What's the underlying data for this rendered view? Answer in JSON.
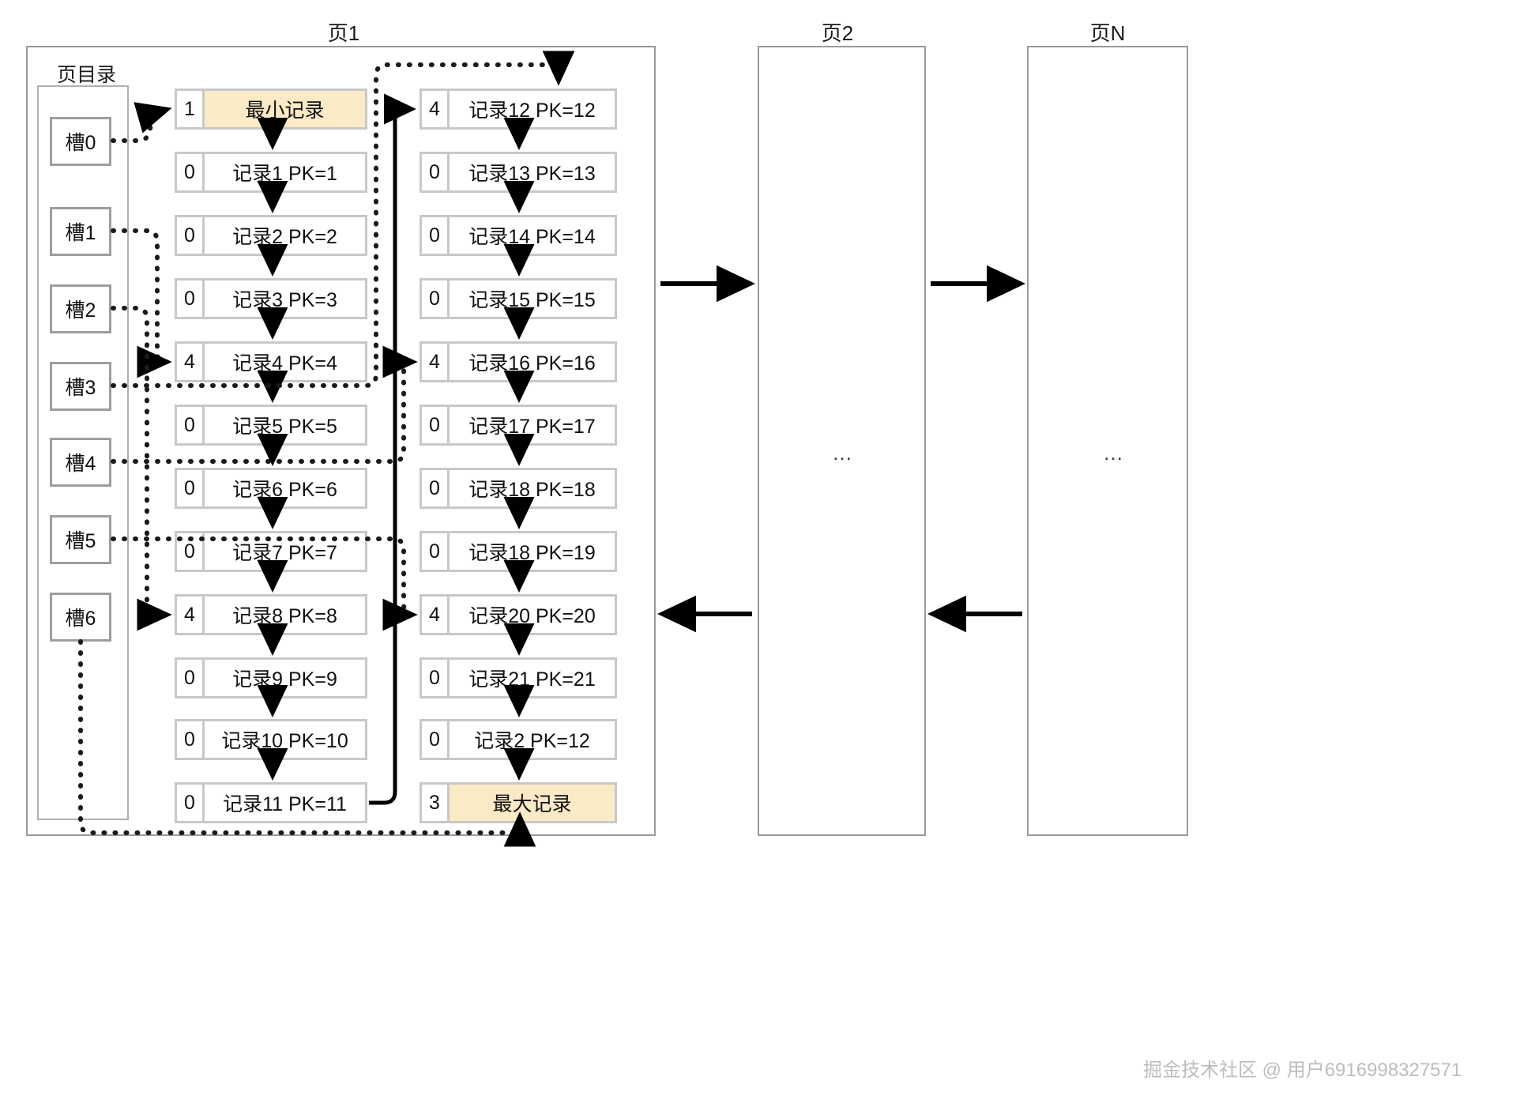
{
  "diagram": {
    "title_left": "页1",
    "title_mid": "页2",
    "title_right": "页N",
    "directory_label": "页目录",
    "ellipsis": "…",
    "watermark": "掘金技术社区 @ 用户6916998327571",
    "colors": {
      "highlight": "#faeac6",
      "record_border": "#c8c8c8",
      "slot_border": "#9e9e9e",
      "page_border": "#9a9a9a",
      "arrow": "#000000"
    }
  },
  "directory": {
    "label": "页目录",
    "slots": [
      {
        "label": "槽0"
      },
      {
        "label": "槽1"
      },
      {
        "label": "槽2"
      },
      {
        "label": "槽3"
      },
      {
        "label": "槽4"
      },
      {
        "label": "槽5"
      },
      {
        "label": "槽6"
      }
    ]
  },
  "records_left": [
    {
      "owned": "1",
      "label": "最小记录",
      "highlight": true
    },
    {
      "owned": "0",
      "label": "记录1 PK=1",
      "highlight": false
    },
    {
      "owned": "0",
      "label": "记录2 PK=2",
      "highlight": false
    },
    {
      "owned": "0",
      "label": "记录3 PK=3",
      "highlight": false
    },
    {
      "owned": "4",
      "label": "记录4 PK=4",
      "highlight": false
    },
    {
      "owned": "0",
      "label": "记录5 PK=5",
      "highlight": false
    },
    {
      "owned": "0",
      "label": "记录6 PK=6",
      "highlight": false
    },
    {
      "owned": "0",
      "label": "记录7 PK=7",
      "highlight": false
    },
    {
      "owned": "4",
      "label": "记录8 PK=8",
      "highlight": false
    },
    {
      "owned": "0",
      "label": "记录9 PK=9",
      "highlight": false
    },
    {
      "owned": "0",
      "label": "记录10 PK=10",
      "highlight": false
    },
    {
      "owned": "0",
      "label": "记录11 PK=11",
      "highlight": false
    }
  ],
  "records_right": [
    {
      "owned": "4",
      "label": "记录12 PK=12",
      "highlight": false
    },
    {
      "owned": "0",
      "label": "记录13 PK=13",
      "highlight": false
    },
    {
      "owned": "0",
      "label": "记录14 PK=14",
      "highlight": false
    },
    {
      "owned": "0",
      "label": "记录15 PK=15",
      "highlight": false
    },
    {
      "owned": "4",
      "label": "记录16 PK=16",
      "highlight": false
    },
    {
      "owned": "0",
      "label": "记录17 PK=17",
      "highlight": false
    },
    {
      "owned": "0",
      "label": "记录18 PK=18",
      "highlight": false
    },
    {
      "owned": "0",
      "label": "记录18 PK=19",
      "highlight": false
    },
    {
      "owned": "4",
      "label": "记录20 PK=20",
      "highlight": false
    },
    {
      "owned": "0",
      "label": "记录21 PK=21",
      "highlight": false
    },
    {
      "owned": "0",
      "label": "记录2 PK=12",
      "highlight": false
    },
    {
      "owned": "3",
      "label": "最大记录",
      "highlight": true
    }
  ],
  "pages": [
    {
      "title": "页2",
      "ellipsis": "…"
    },
    {
      "title": "页N",
      "ellipsis": "…"
    }
  ]
}
